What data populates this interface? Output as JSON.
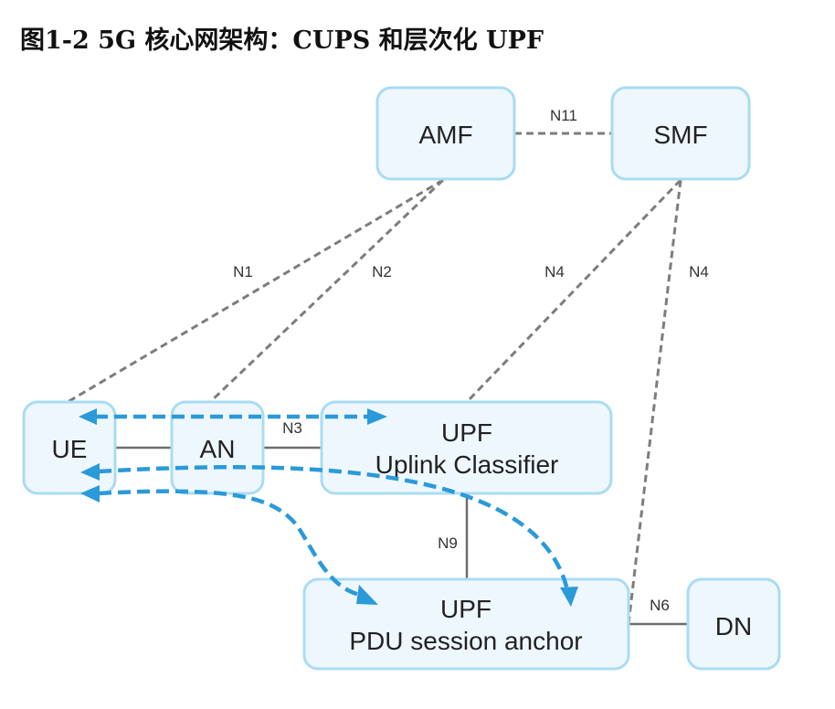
{
  "title": "图1-2  5G 核心网架构：CUPS 和层次化 UPF",
  "nodes": {
    "amf": {
      "lines": [
        "AMF"
      ]
    },
    "smf": {
      "lines": [
        "SMF"
      ]
    },
    "ue": {
      "lines": [
        "UE"
      ]
    },
    "an": {
      "lines": [
        "AN"
      ]
    },
    "upf_ul": {
      "lines": [
        "UPF",
        "Uplink Classifier"
      ]
    },
    "upf_psa": {
      "lines": [
        "UPF",
        "PDU session anchor"
      ]
    },
    "dn": {
      "lines": [
        "DN"
      ]
    }
  },
  "interfaces": {
    "n11": "N11",
    "n1": "N1",
    "n2": "N2",
    "n4_ul": "N4",
    "n4_psa": "N4",
    "n3": "N3",
    "n9": "N9",
    "n6": "N6"
  },
  "colors": {
    "node_fill": "#eef7fd",
    "node_border": "#a9dcf3",
    "control_link": "#7d7d7d",
    "user_link": "#6e6e6e",
    "flow_arrow": "#2a9ad8"
  }
}
